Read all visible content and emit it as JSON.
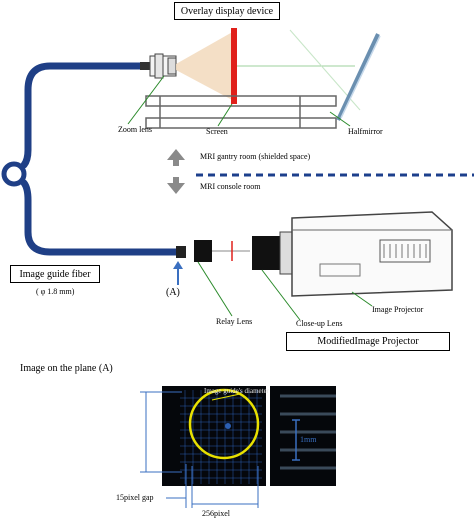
{
  "top": {
    "overlay_label": "Overlay display device",
    "zoom_lens_label": "Zoom lens",
    "screen_label": "Screen",
    "halfmirror_label": "Halfmirror",
    "gantry_label": "MRI gantry room (shielded space)",
    "console_label": "MRI console room",
    "fiber_label": "Image guide fiber",
    "fiber_dim": "( φ 1.8 mm)",
    "plane_marker": "(A)",
    "relay_label": "Relay  Lens",
    "closeup_label": "Close-up  Lens",
    "projector_label": "Image Projector",
    "modified_label": "ModifiedImage Projector"
  },
  "bottom": {
    "title": "Image on the plane (A)",
    "diameter_label": "Image guide's diameter",
    "scale_label": "1mm",
    "gap_label": "15pixel gap",
    "width_label": "256pixel"
  },
  "colors": {
    "fiber": "#1f3f86",
    "screen": "#e0201a",
    "leader": "#2a8a2a",
    "dash": "#1c3f8c",
    "dim": "#3a6fc0",
    "circle": "#e8e000",
    "panel": "#05070b",
    "grid": "#2b5fb3"
  }
}
